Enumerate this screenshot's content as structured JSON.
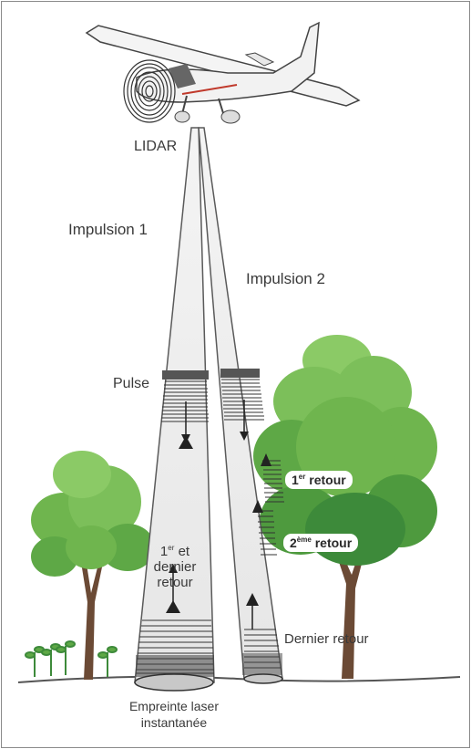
{
  "labels": {
    "lidar": "LIDAR",
    "impulsion1": "Impulsion 1",
    "impulsion2": "Impulsion 2",
    "pulse": "Pulse",
    "first_last_sup": "er",
    "first_last_line1": "et",
    "first_last_line2": "dernier",
    "first_last_line3": "retour",
    "first_return_num": "1",
    "first_return_sup": "er",
    "first_return_text": "retour",
    "second_return_num": "2",
    "second_return_sup": "ème",
    "second_return_text": "retour",
    "last_return": "Dernier retour",
    "footprint_line1": "Empreinte laser",
    "footprint_line2": "instantanée"
  },
  "colors": {
    "beam": "#eeeeee",
    "beam_edge": "#4a4a4a",
    "tree_light": "#7cbf5a",
    "tree_dark": "#3d8a3a",
    "trunk": "#6b4a35",
    "ground": "#4a4a4a"
  }
}
